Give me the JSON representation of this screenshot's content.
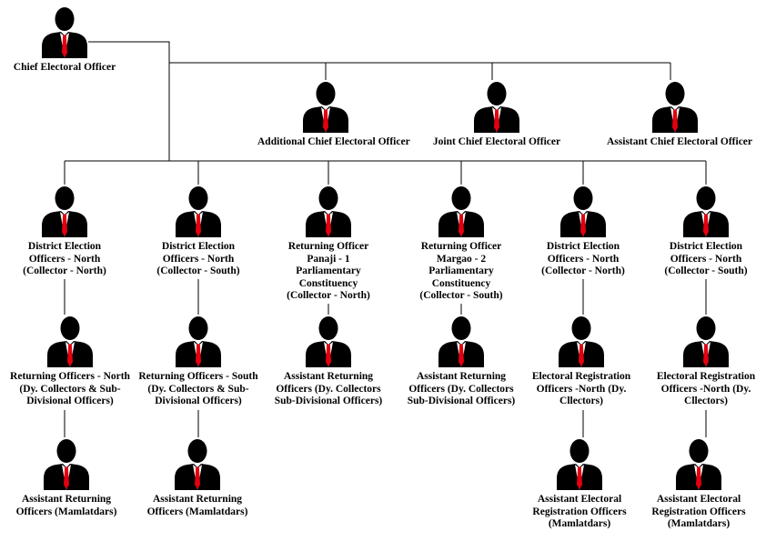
{
  "colors": {
    "silhouette": "#000000",
    "tie": "#e3000f",
    "line": "#000000"
  },
  "icon": "businessman-icon",
  "nodes": [
    {
      "id": "ceo",
      "label": "Chief Electoral Officer"
    },
    {
      "id": "additional-ceo",
      "label": "Additional Chief Electoral Officer"
    },
    {
      "id": "joint-ceo",
      "label": "Joint Chief Electoral Officer"
    },
    {
      "id": "assistant-ceo",
      "label": "Assistant Chief Electoral Officer"
    },
    {
      "id": "deo-north-1",
      "label": "District Election Officers - North (Collector - North)"
    },
    {
      "id": "deo-north-south-1",
      "label": "District Election Officers - North (Collector - South)"
    },
    {
      "id": "ro-panaji",
      "label": "Returning Officer Panaji - 1 Parliamentary Constituency (Collector - North)"
    },
    {
      "id": "ro-margao",
      "label": "Returning Officer Margao - 2 Parliamentary Constituency (Collector - South)"
    },
    {
      "id": "deo-north-2",
      "label": "District Election Officers - North (Collector - North)"
    },
    {
      "id": "deo-north-south-2",
      "label": "District Election Officers - North (Collector - South)"
    },
    {
      "id": "ro-north",
      "label": "Returning Officers - North (Dy. Collectors & Sub-Divisional Officers)"
    },
    {
      "id": "ro-south",
      "label": "Returning Officers - South (Dy. Collectors & Sub-Divisional Officers)"
    },
    {
      "id": "aro-panaji",
      "label": "Assistant Returning Officers (Dy. Collectors Sub-Divisional Officers)"
    },
    {
      "id": "aro-margao",
      "label": "Assistant Returning Officers (Dy. Collectors Sub-Divisional Officers)"
    },
    {
      "id": "ero-1",
      "label": "Electoral Registration Officers -North (Dy. Cllectors)"
    },
    {
      "id": "ero-2",
      "label": "Electoral Registration Officers -North (Dy. Cllectors)"
    },
    {
      "id": "aro-mam-1",
      "label": "Assistant Returning Officers (Mamlatdars)"
    },
    {
      "id": "aro-mam-2",
      "label": "Assistant Returning Officers (Mamlatdars)"
    },
    {
      "id": "aero-1",
      "label": "Assistant Electoral Registration Officers (Mamlatdars)"
    },
    {
      "id": "aero-2",
      "label": "Assistant Electoral Registration Officers (Mamlatdars)"
    }
  ]
}
